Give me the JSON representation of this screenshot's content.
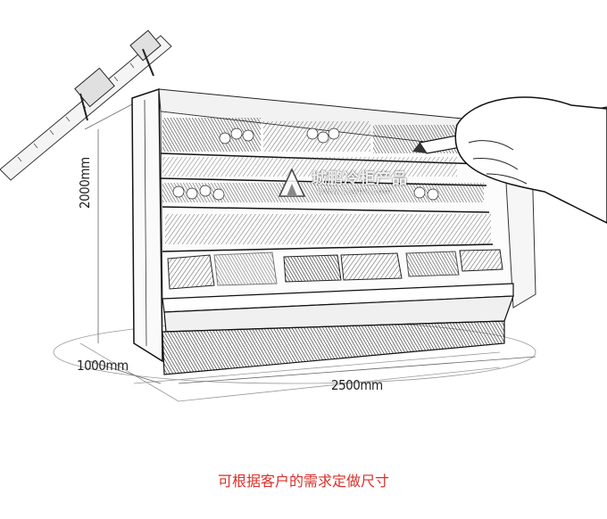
{
  "dimensions": {
    "height": "2000mm",
    "depth": "1000mm",
    "width": "2500mm"
  },
  "caption": "可根据客户的需求定做尺寸",
  "watermark": {
    "text": "城鹏冷柜产品",
    "url": "www.csybv.com"
  },
  "colors": {
    "caption": "#d9302a",
    "ink": "#1a1a1a"
  }
}
